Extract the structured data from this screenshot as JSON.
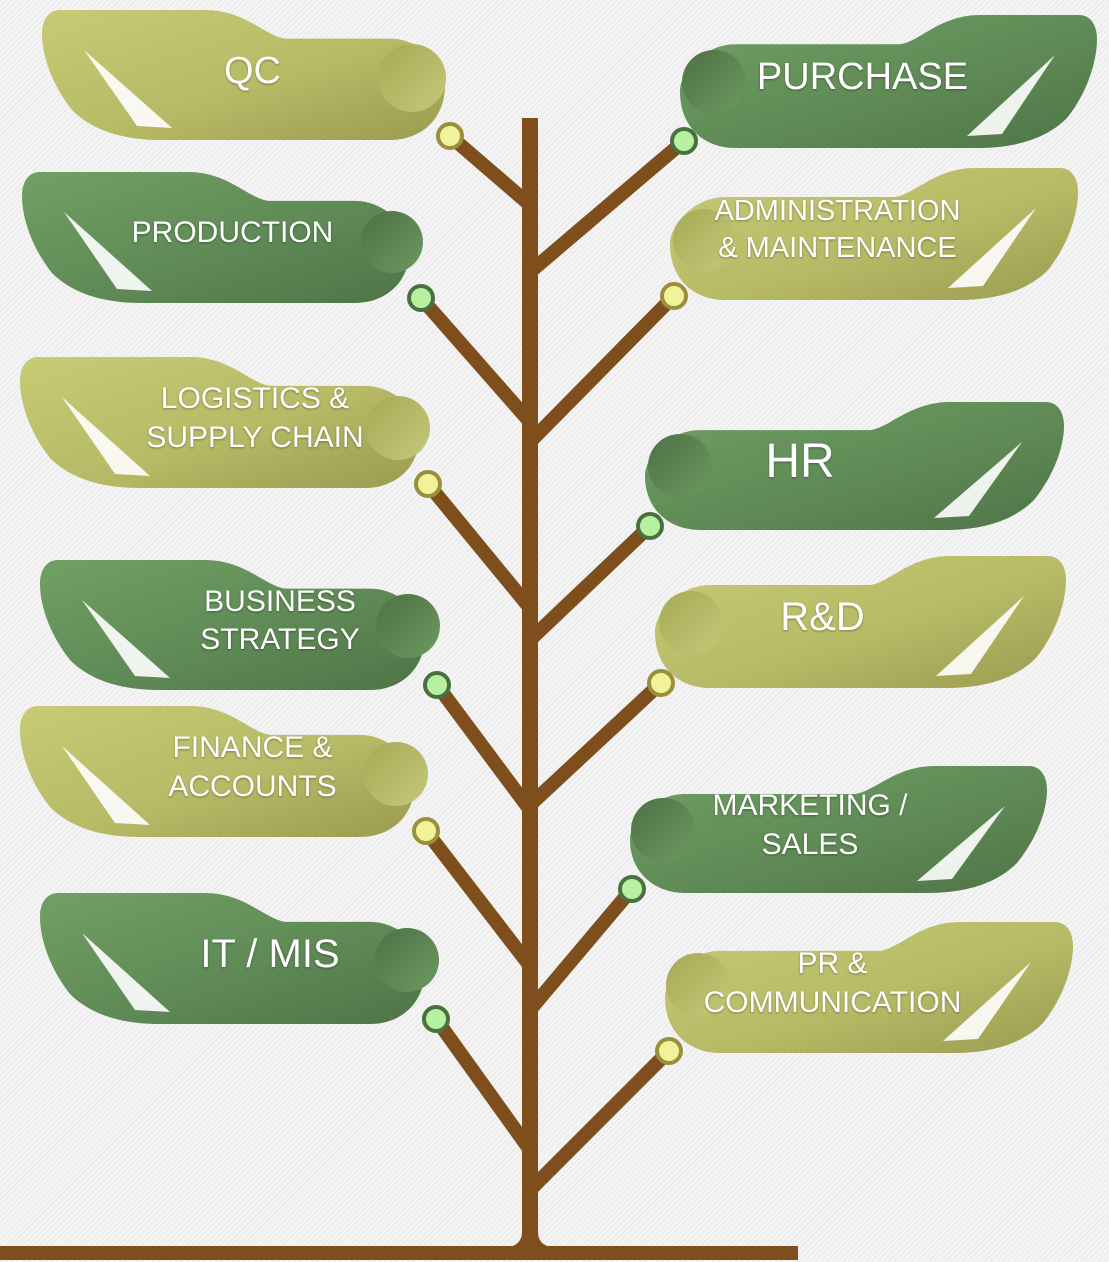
{
  "colors": {
    "trunk": "#7e4f1c",
    "leaf_dark": "#5f8a56",
    "leaf_light": "#bcbf6a",
    "dot_green": "#b6f0a0",
    "dot_yellow": "#f1f39a",
    "label": "#ffffff"
  },
  "departments": [
    {
      "id": "qc",
      "lines": [
        "QC"
      ],
      "side": "left",
      "tone": "light"
    },
    {
      "id": "production",
      "lines": [
        "PRODUCTION"
      ],
      "side": "left",
      "tone": "dark"
    },
    {
      "id": "logistics",
      "lines": [
        "LOGISTICS &",
        "SUPPLY CHAIN"
      ],
      "side": "left",
      "tone": "light"
    },
    {
      "id": "business-strategy",
      "lines": [
        "BUSINESS",
        "STRATEGY"
      ],
      "side": "left",
      "tone": "dark"
    },
    {
      "id": "finance",
      "lines": [
        "FINANCE &",
        "ACCOUNTS"
      ],
      "side": "left",
      "tone": "light"
    },
    {
      "id": "it-mis",
      "lines": [
        "IT / MIS"
      ],
      "side": "left",
      "tone": "dark"
    },
    {
      "id": "purchase",
      "lines": [
        "PURCHASE"
      ],
      "side": "right",
      "tone": "dark"
    },
    {
      "id": "administration",
      "lines": [
        "ADMINISTRATION",
        "& MAINTENANCE"
      ],
      "side": "right",
      "tone": "light"
    },
    {
      "id": "hr",
      "lines": [
        "HR"
      ],
      "side": "right",
      "tone": "dark"
    },
    {
      "id": "rnd",
      "lines": [
        "R&D"
      ],
      "side": "right",
      "tone": "light"
    },
    {
      "id": "marketing",
      "lines": [
        "MARKETING /",
        "SALES"
      ],
      "side": "right",
      "tone": "dark"
    },
    {
      "id": "pr",
      "lines": [
        "PR &",
        "COMMUNICATION"
      ],
      "side": "right",
      "tone": "light"
    }
  ]
}
